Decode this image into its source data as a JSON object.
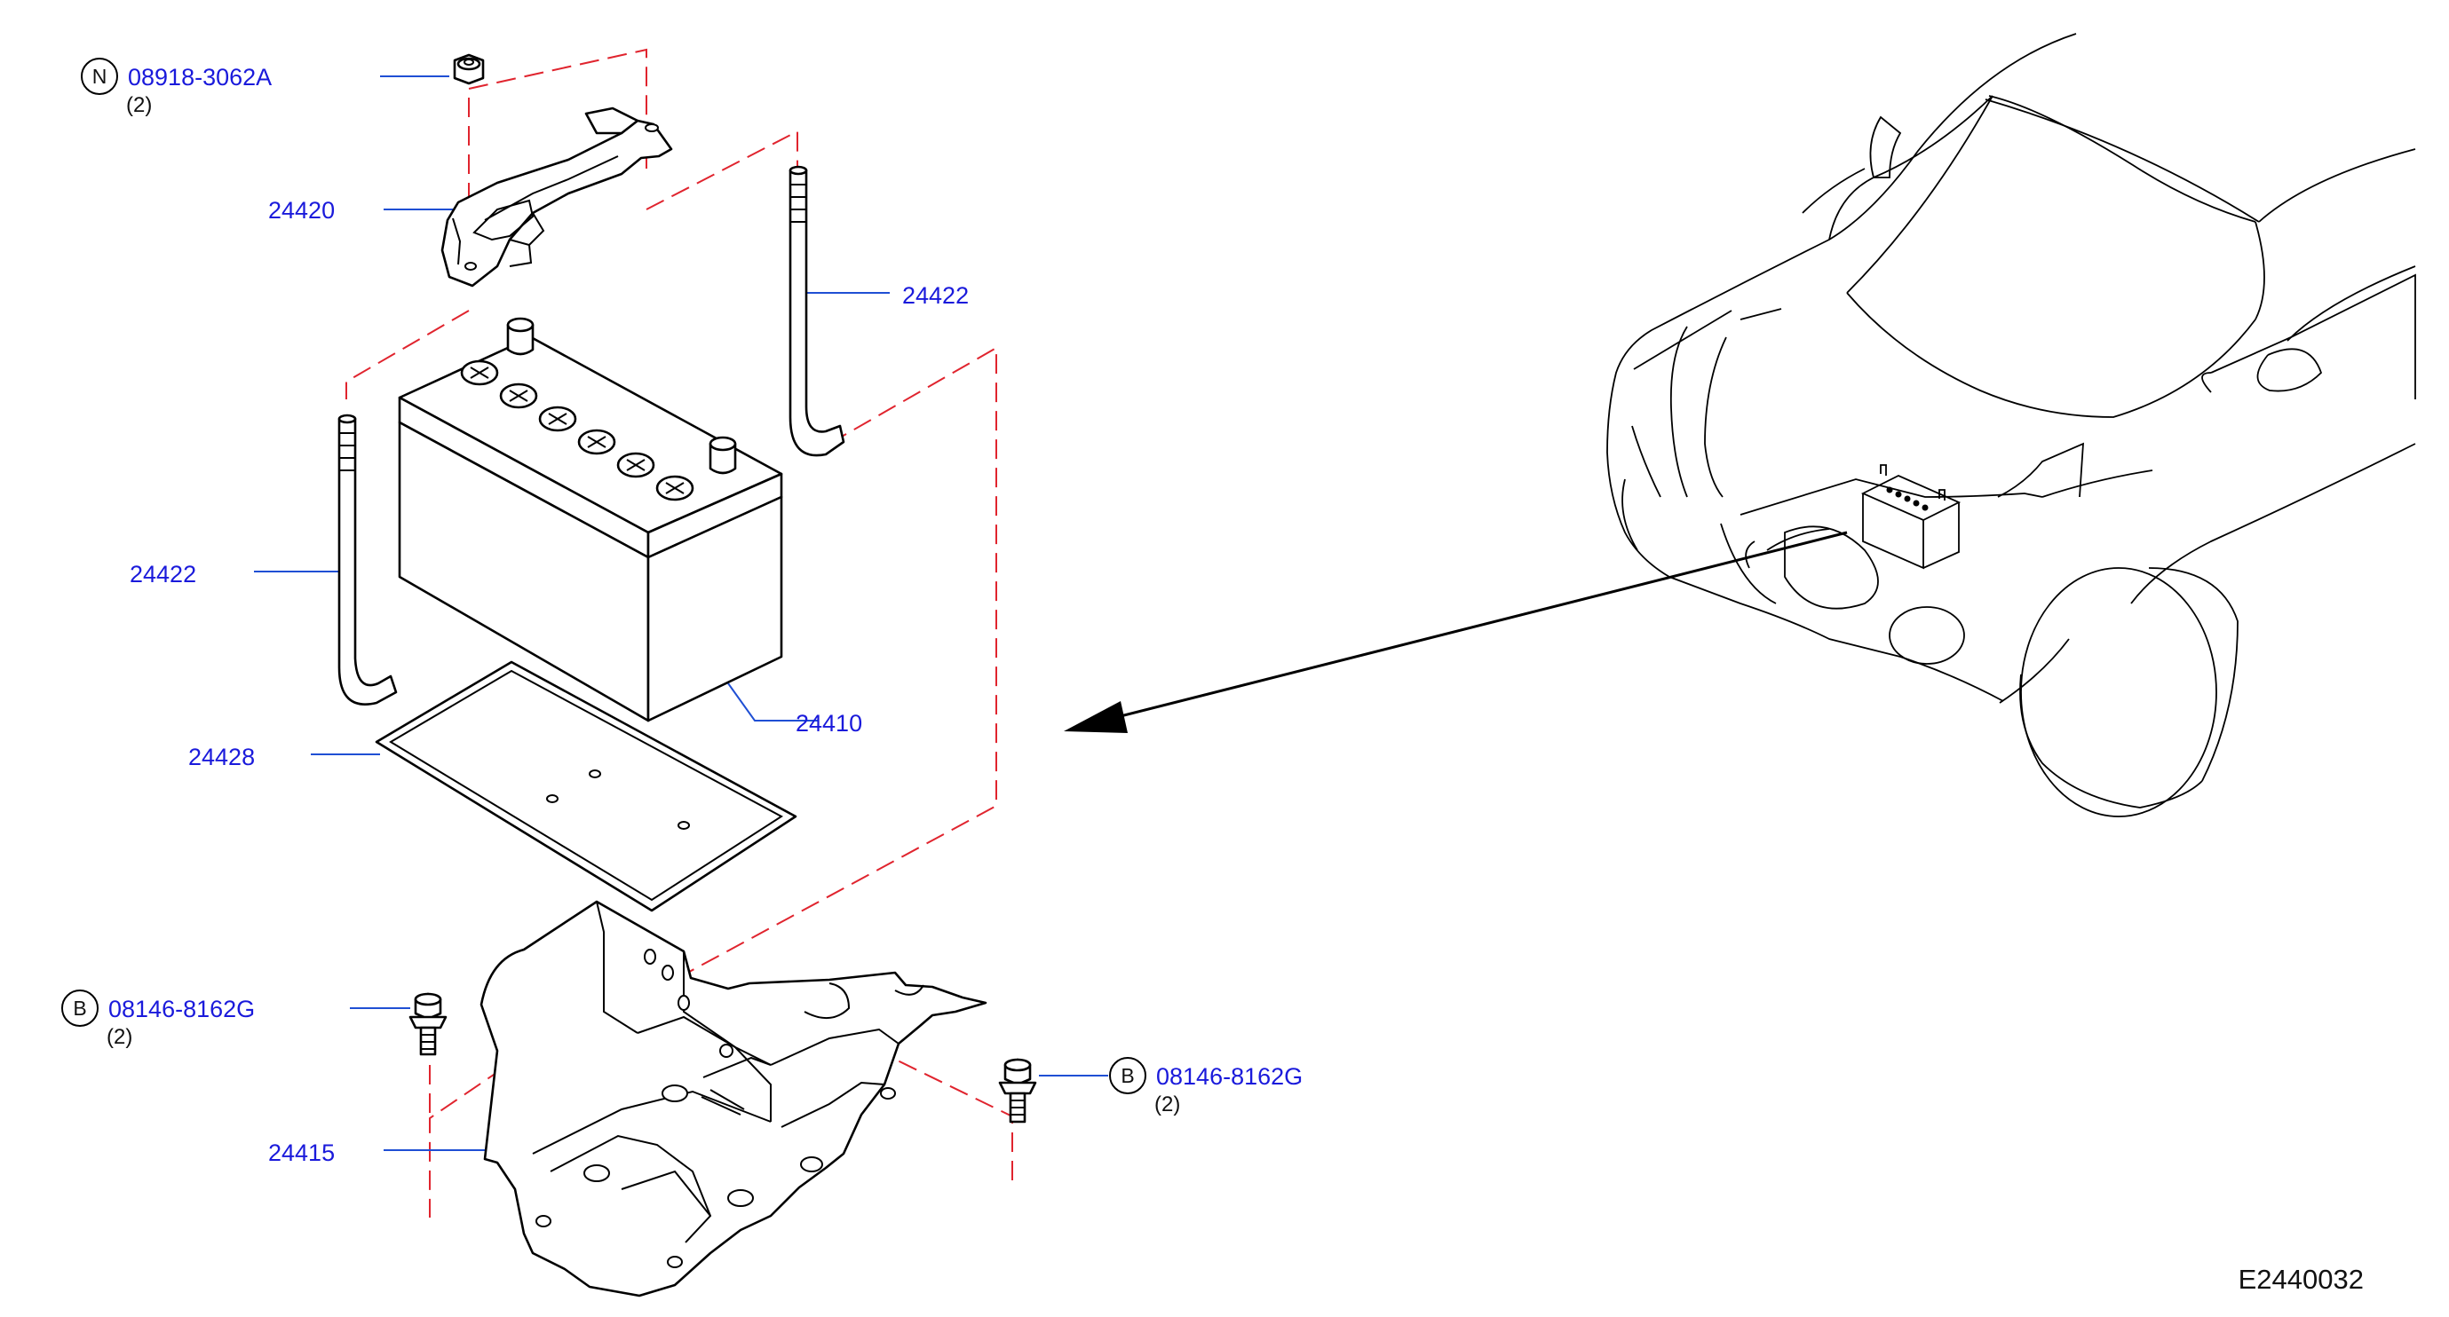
{
  "diagram": {
    "reference_id": "E2440032",
    "callouts": [
      {
        "part_no": "08918-3062A",
        "qty": "(2)",
        "badge": "N"
      },
      {
        "part_no": "24420"
      },
      {
        "part_no": "24422"
      },
      {
        "part_no": "24422"
      },
      {
        "part_no": "24410"
      },
      {
        "part_no": "24428"
      },
      {
        "part_no": "08146-8162G",
        "qty": "(2)",
        "badge": "B"
      },
      {
        "part_no": "24415"
      },
      {
        "part_no": "08146-8162G",
        "qty": "(2)",
        "badge": "B"
      }
    ],
    "colors": {
      "callout_text": "#1a1adb",
      "leader_line": "#1f4fd4",
      "phantom_line": "#e0242e",
      "line_art": "#000000"
    }
  }
}
